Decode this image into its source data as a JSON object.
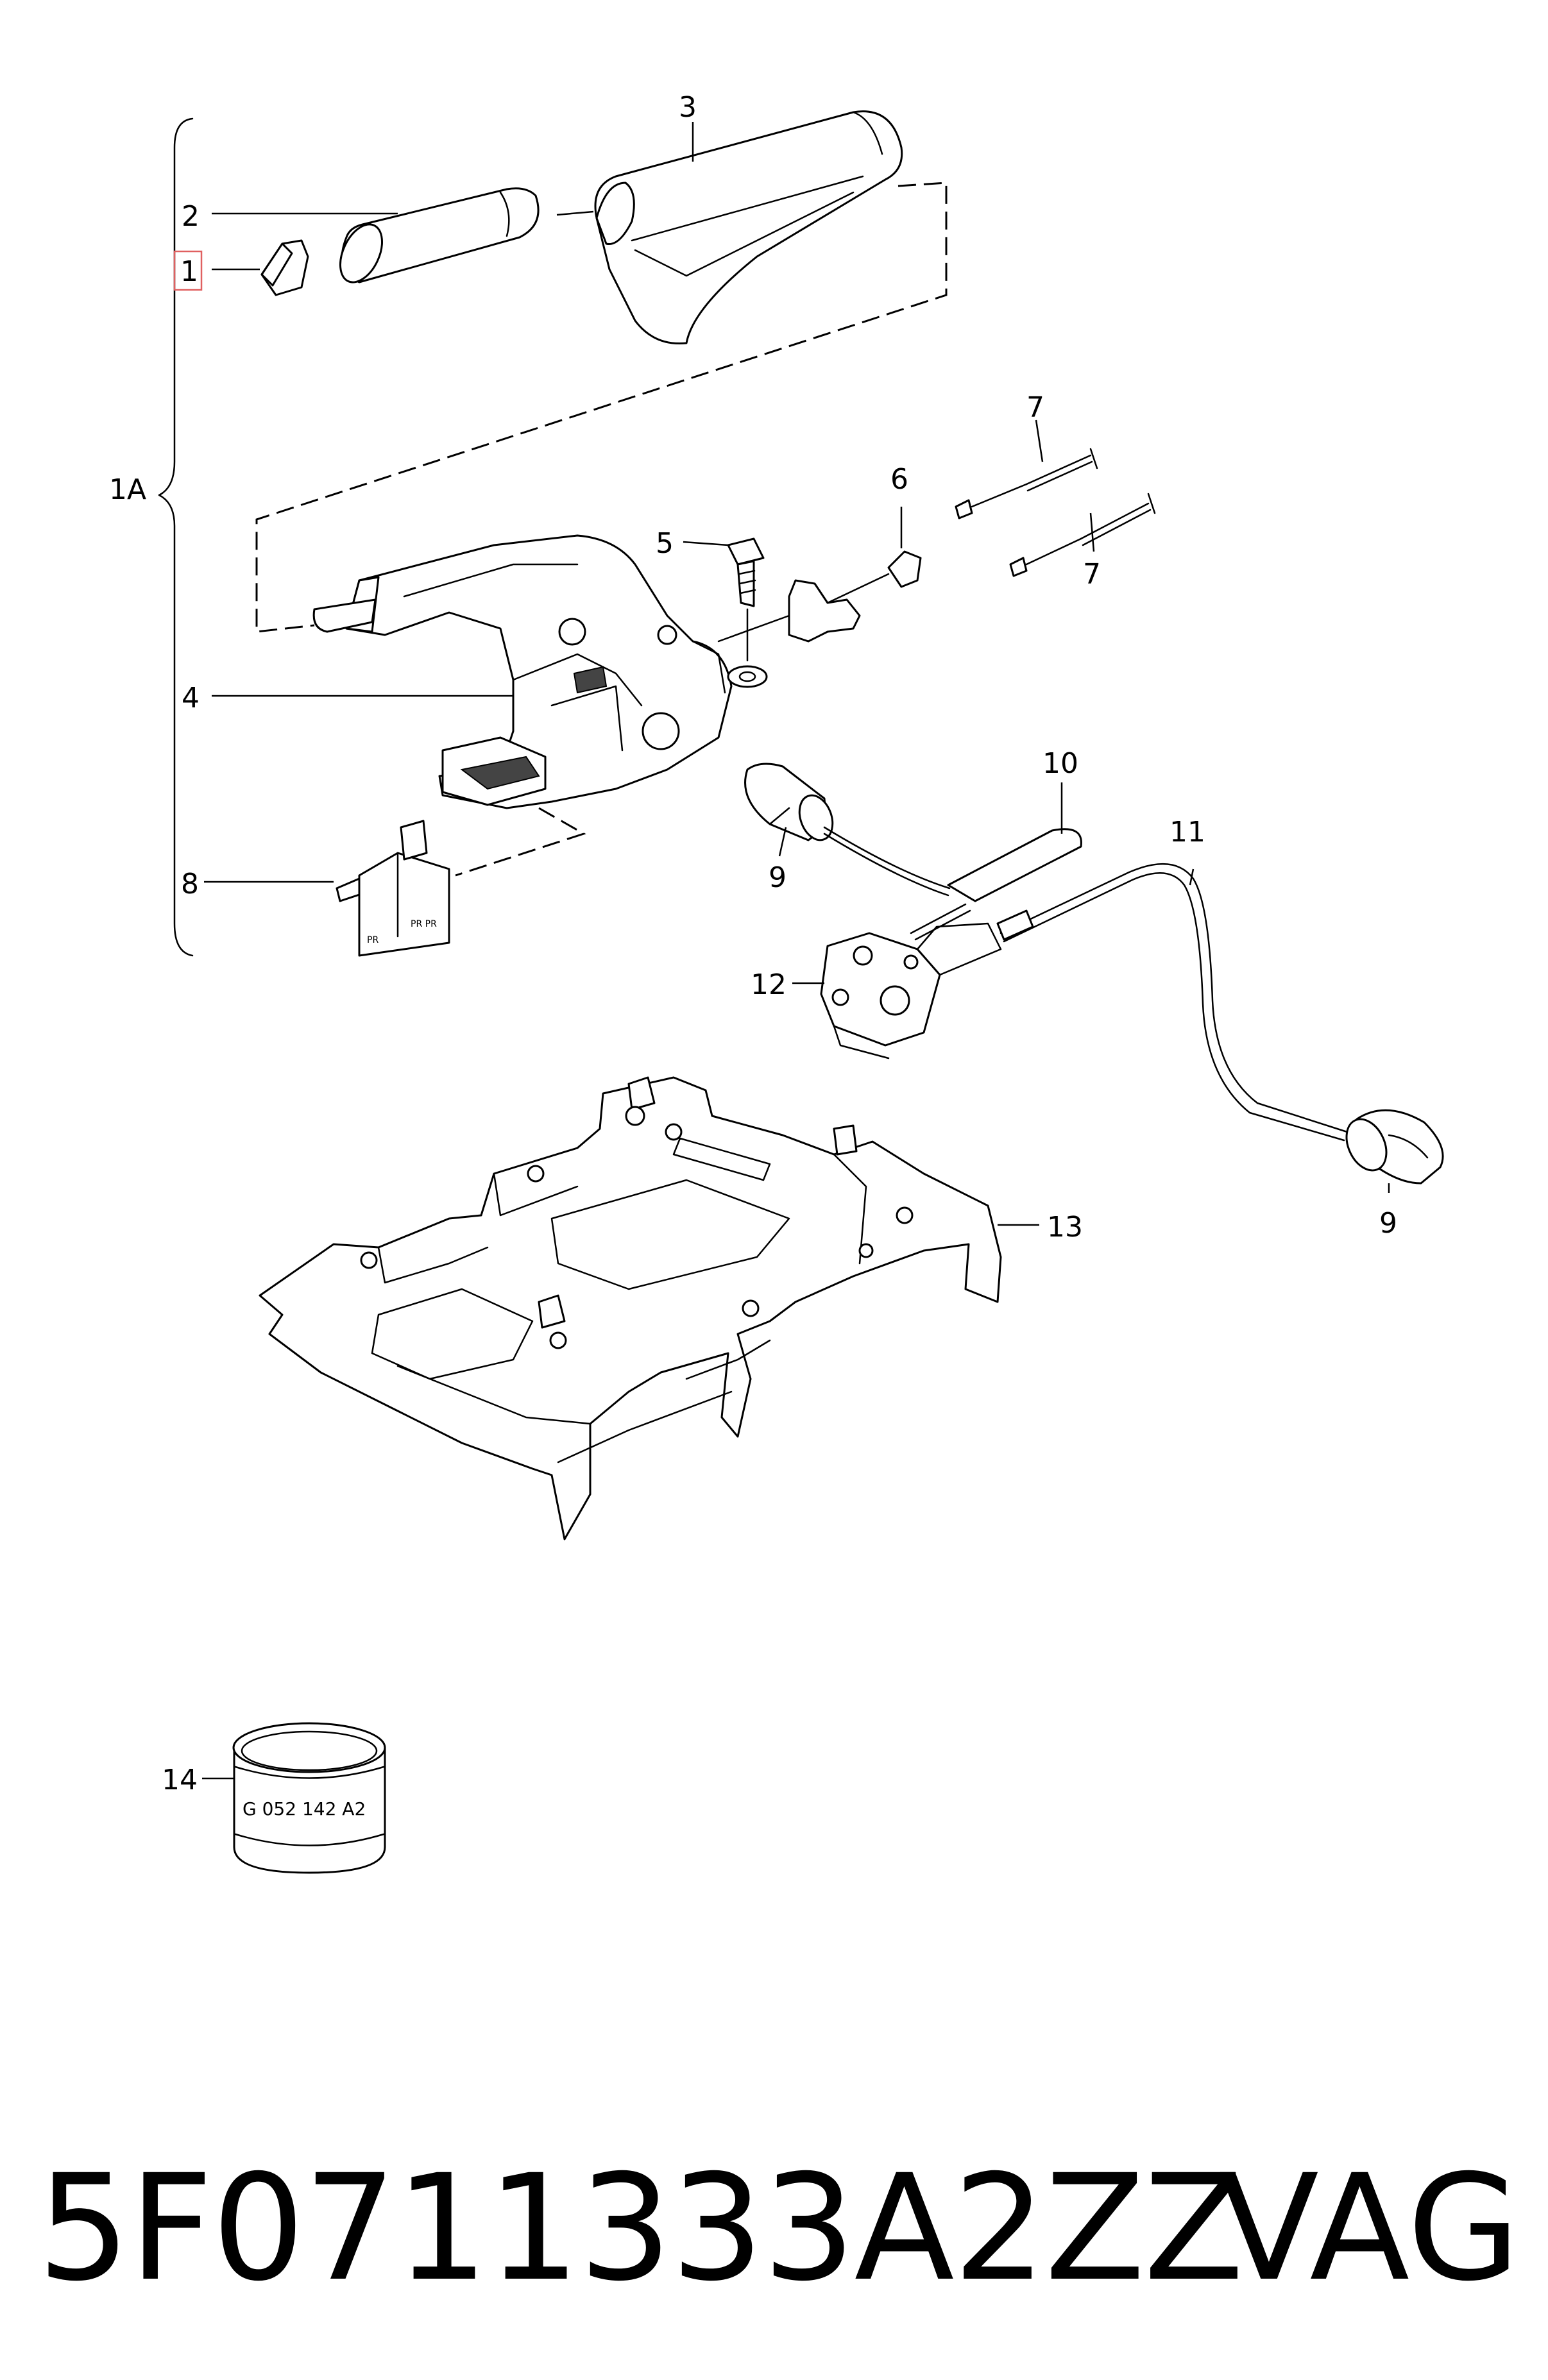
{
  "callouts": {
    "c1": "1",
    "c1a": "1A",
    "c2": "2",
    "c3": "3",
    "c4": "4",
    "c5": "5",
    "c6": "6",
    "c7a": "7",
    "c7b": "7",
    "c8": "8",
    "c9a": "9",
    "c9b": "9",
    "c10": "10",
    "c11": "11",
    "c12": "12",
    "c13": "13",
    "c14": "14"
  },
  "sealant_label": "G 052 142 A2",
  "switch_labels": {
    "left": "PR",
    "right": "PR PR"
  },
  "highlight_color": "#e06060",
  "footer": {
    "part_number": "5F0711333A2ZZ",
    "brand": "VAG"
  }
}
